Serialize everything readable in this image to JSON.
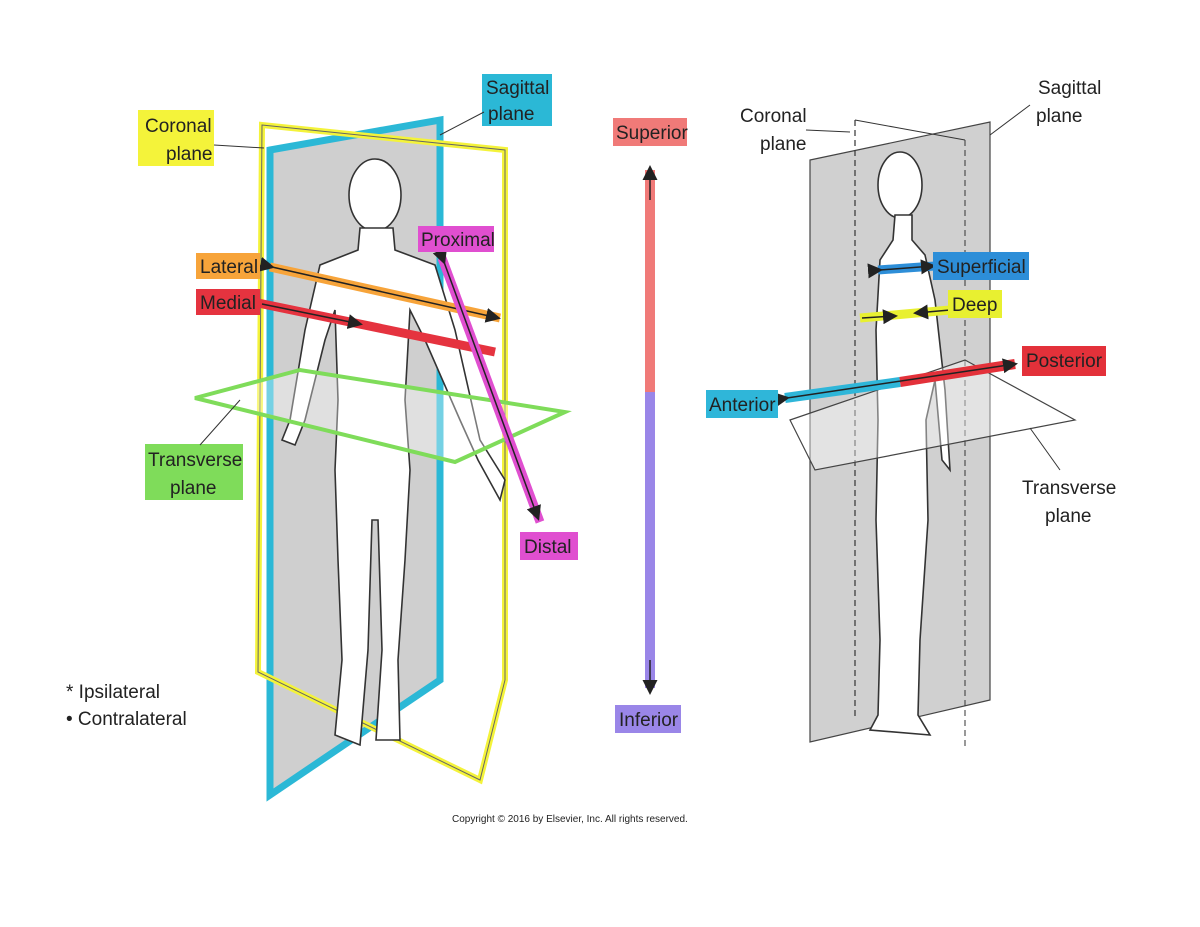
{
  "left_figure": {
    "coronal_plane": [
      "Coronal",
      "plane"
    ],
    "sagittal_plane": [
      "Sagittal",
      "plane"
    ],
    "transverse_plane": [
      "Transverse",
      "plane"
    ],
    "lateral": "Lateral",
    "medial": "Medial",
    "proximal": "Proximal",
    "distal": "Distal",
    "legend": [
      "* Ipsilateral",
      "• Contralateral"
    ]
  },
  "axis": {
    "superior": "Superior",
    "inferior": "Inferior"
  },
  "right_figure": {
    "coronal_plane": [
      "Coronal",
      "plane"
    ],
    "sagittal_plane": [
      "Sagittal",
      "plane"
    ],
    "transverse_plane": [
      "Transverse",
      "plane"
    ],
    "superficial": "Superficial",
    "deep": "Deep",
    "posterior": "Posterior",
    "anterior": "Anterior"
  },
  "copyright": "Copyright © 2016 by Elsevier, Inc. All rights reserved.",
  "colors": {
    "coronal": "#f4f33a",
    "sagittal": "#2bb8d6",
    "transverse": "#7fdc5a",
    "lateral": "#f7a43a",
    "medial": "#e5333f",
    "proximal": "#e04fd0",
    "superior": "#f07a78",
    "inferior": "#9a86e8",
    "superficial": "#2d8ed8",
    "deep": "#e8f030",
    "posterior": "#e3313a",
    "anterior": "#2fb6d9"
  }
}
